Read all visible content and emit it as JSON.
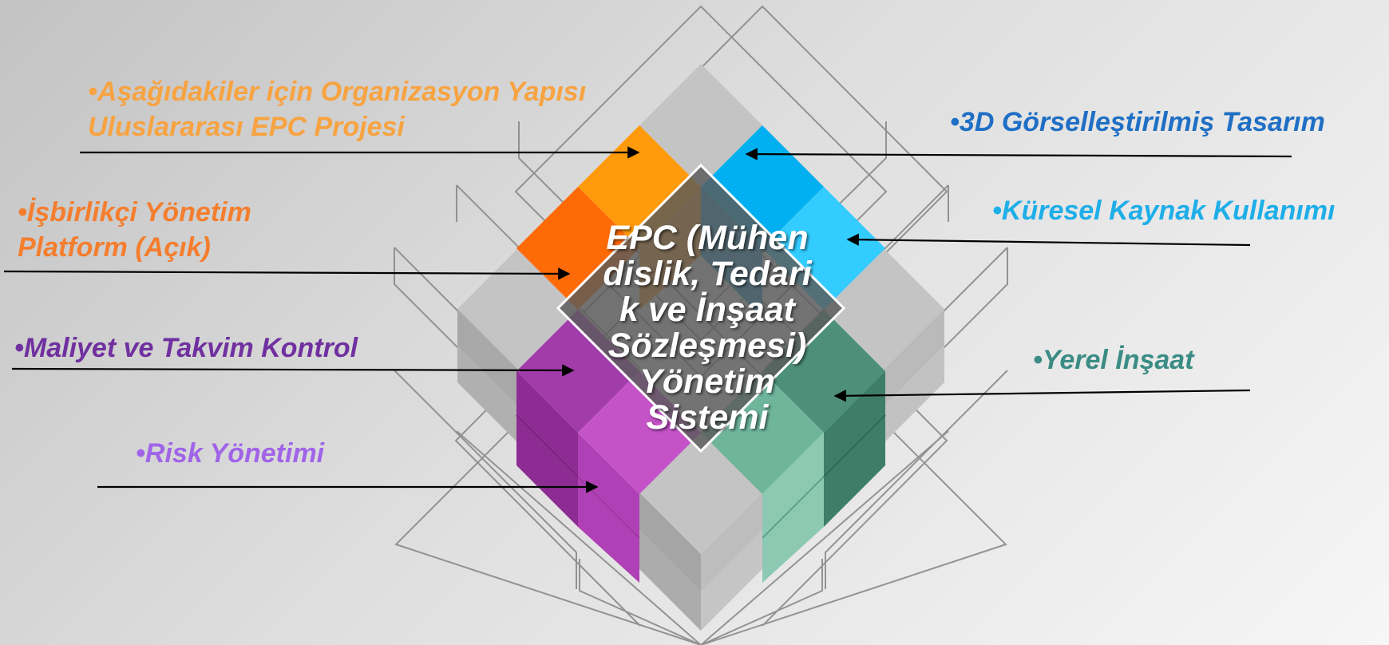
{
  "center": {
    "lines": [
      "EPC (Mühen",
      "dislik, Tedari",
      "k ve İnşaat",
      "Sözleşmesi)",
      "Yönetim",
      "Sistemi"
    ]
  },
  "labels": {
    "org_structure": {
      "lines": [
        "•Aşağıdakiler için Organizasyon Yapısı",
        "Uluslararası EPC Projesi"
      ],
      "color": "#F7A341"
    },
    "collab": {
      "lines": [
        "•İşbirlikçi Yönetim",
        "Platform (Açık)"
      ],
      "color": "#F47E2E"
    },
    "cost": {
      "lines": [
        "•Maliyet ve Takvim Kontrol"
      ],
      "color": "#7030A0"
    },
    "risk": {
      "lines": [
        "•Risk Yönetimi"
      ],
      "color": "#A064E8"
    },
    "design3d": {
      "lines": [
        "•3D Görselleştirilmiş Tasarım"
      ],
      "color": "#1F6FC5"
    },
    "global": {
      "lines": [
        "•Küresel Kaynak Kullanımı"
      ],
      "color": "#1EAEE8"
    },
    "local": {
      "lines": [
        "•Yerel İnşaat"
      ],
      "color": "#3A8C85"
    }
  },
  "colors": {
    "orange_light": "#FF9A0A",
    "orange_dark": "#FF6A08",
    "blue_dark": "#00B0F0",
    "blue_light": "#33CCFF",
    "purple_dark": "#A23CAA",
    "purple_light": "#C453C8",
    "teal_dark": "#4D8F78",
    "teal_light": "#6FB59C",
    "center_fill": "#5A5A5A",
    "grey_tile": "#C4C4C4",
    "arrow": "#000000"
  }
}
